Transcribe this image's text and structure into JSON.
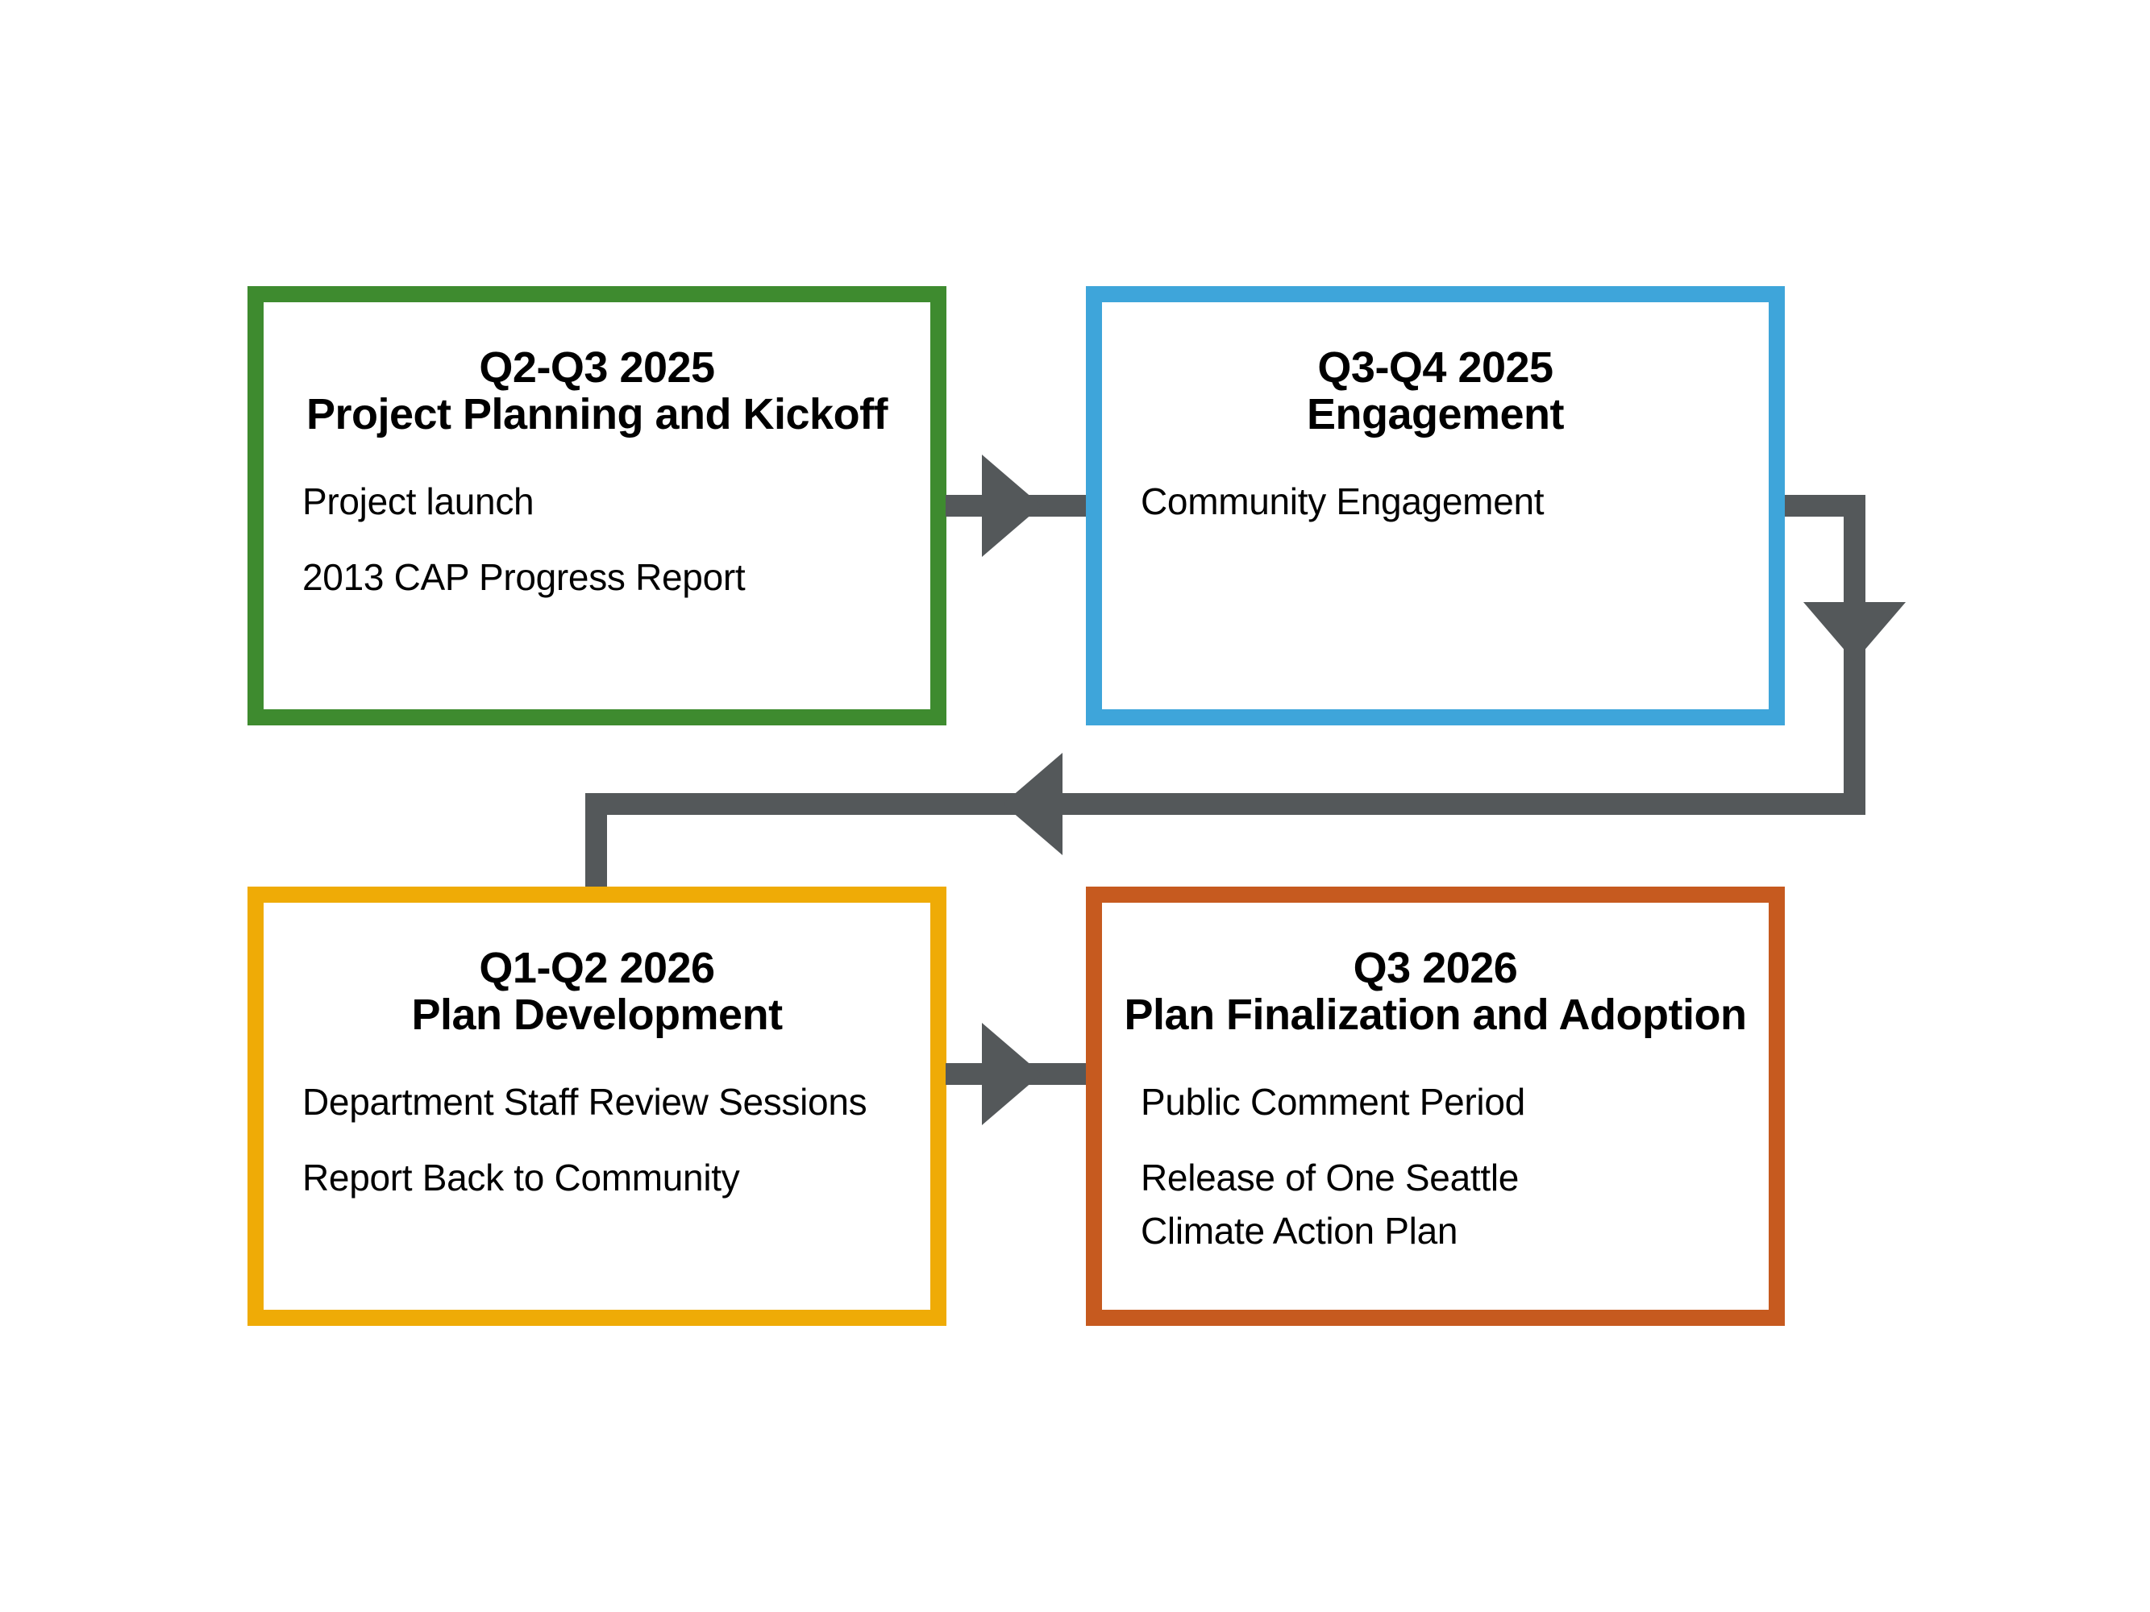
{
  "diagram": {
    "background_color": "#ffffff",
    "text_color": "#000000",
    "connector_color": "#54585a",
    "boxes": {
      "planning": {
        "period": "Q2-Q3 2025",
        "title": "Project Planning and Kickoff",
        "items": [
          "Project launch",
          "2013 CAP Progress Report"
        ],
        "border_color": "#3e8b2f"
      },
      "engagement": {
        "period": "Q3-Q4 2025",
        "title": "Engagement",
        "items": [
          "Community Engagement"
        ],
        "border_color": "#3ea5da"
      },
      "development": {
        "period": "Q1-Q2 2026",
        "title": "Plan Development",
        "items": [
          "Department Staff Review Sessions",
          "Report Back to Community"
        ],
        "border_color": "#efab06"
      },
      "finalization": {
        "period": "Q3 2026",
        "title": "Plan Finalization and Adoption",
        "items": [
          "Public Comment Period",
          "Release of One Seattle\nClimate Action Plan"
        ],
        "border_color": "#c65a1f"
      }
    },
    "connections": [
      {
        "from": "planning",
        "to": "engagement"
      },
      {
        "from": "engagement",
        "to": "development"
      },
      {
        "from": "development",
        "to": "finalization"
      }
    ]
  }
}
